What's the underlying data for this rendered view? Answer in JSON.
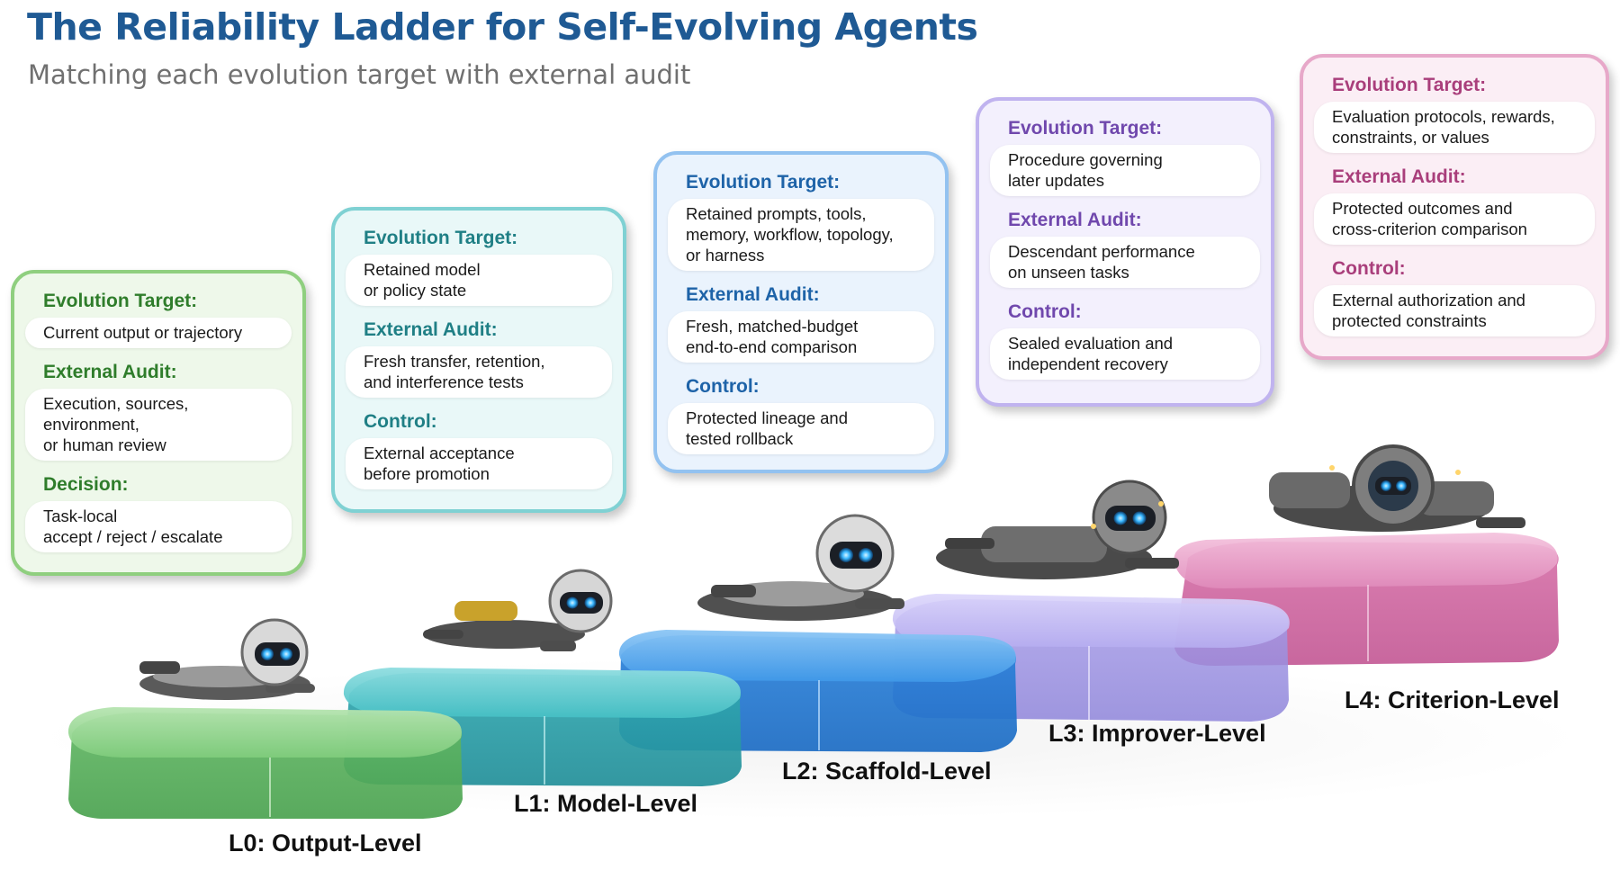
{
  "title": "The Reliability Ladder for Self-Evolving Agents",
  "subtitle": "Matching each evolution target with external audit",
  "levels": [
    {
      "name": "L0: Output-Level",
      "color": "#6abf69",
      "sections": [
        {
          "heading": "Evolution Target:",
          "text": "Current output or trajectory"
        },
        {
          "heading": "External Audit:",
          "text": "Execution, sources,\nenvironment,\nor human review"
        },
        {
          "heading": "Decision:",
          "text": "Task-local\naccept / reject / escalate"
        }
      ]
    },
    {
      "name": "L1: Model-Level",
      "color": "#3db8bc",
      "sections": [
        {
          "heading": "Evolution Target:",
          "text": "Retained model\nor policy state"
        },
        {
          "heading": "External Audit:",
          "text": "Fresh transfer, retention,\nand interference tests"
        },
        {
          "heading": "Control:",
          "text": "External acceptance\nbefore promotion"
        }
      ]
    },
    {
      "name": "L2: Scaffold-Level",
      "color": "#2f8fe0",
      "sections": [
        {
          "heading": "Evolution Target:",
          "text": "Retained prompts, tools,\nmemory, workflow, topology,\nor harness"
        },
        {
          "heading": "External Audit:",
          "text": "Fresh, matched-budget\nend-to-end comparison"
        },
        {
          "heading": "Control:",
          "text": "Protected lineage and\ntested rollback"
        }
      ]
    },
    {
      "name": "L3: Improver-Level",
      "color": "#a89ee8",
      "sections": [
        {
          "heading": "Evolution Target:",
          "text": "Procedure governing\nlater updates"
        },
        {
          "heading": "External Audit:",
          "text": "Descendant performance\non unseen tasks"
        },
        {
          "heading": "Control:",
          "text": "Sealed evaluation and\nindependent recovery"
        }
      ]
    },
    {
      "name": "L4: Criterion-Level",
      "color": "#d96ba6",
      "sections": [
        {
          "heading": "Evolution Target:",
          "text": "Evaluation protocols, rewards,\nconstraints, or values"
        },
        {
          "heading": "External Audit:",
          "text": "Protected outcomes and\ncross-criterion comparison"
        },
        {
          "heading": "Control:",
          "text": "External authorization and\nprotected constraints"
        }
      ]
    }
  ]
}
